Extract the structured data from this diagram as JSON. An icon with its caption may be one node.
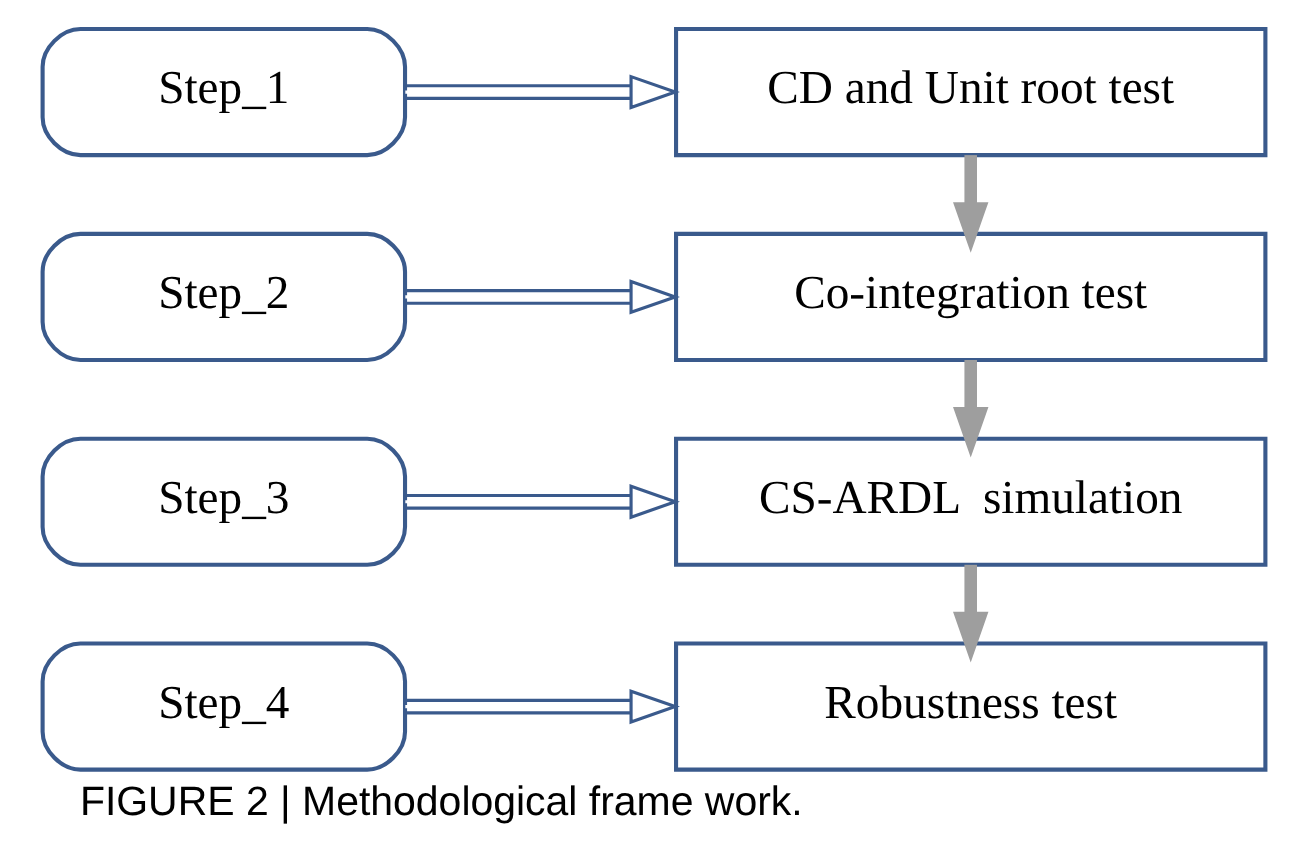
{
  "diagram": {
    "caption": "FIGURE 2 | Methodological frame work.",
    "nodes": [
      {
        "text": [
          "Step_1"
        ]
      },
      {
        "text": [
          "CD and Unit root test"
        ]
      },
      {
        "text": [
          "Step_2"
        ]
      },
      {
        "text": [
          "Co-integration test"
        ]
      },
      {
        "text": [
          "Step_3"
        ]
      },
      {
        "text": [
          "CS-ARDL  simulation"
        ]
      },
      {
        "text": [
          "Step_4"
        ]
      },
      {
        "text": [
          "Robustness test"
        ]
      }
    ],
    "edges": [
      {
        "from": 0,
        "to": 1,
        "arrow": "to"
      },
      {
        "from": 1,
        "to": 3,
        "arrow": "to",
        "style": "thick",
        "color": "#9e9e9e"
      },
      {
        "from": 2,
        "to": 3,
        "arrow": "to"
      },
      {
        "from": 3,
        "to": 5,
        "arrow": "to",
        "style": "thick",
        "color": "#9e9e9e"
      },
      {
        "from": 4,
        "to": 5,
        "arrow": "to"
      },
      {
        "from": 5,
        "to": 7,
        "arrow": "to",
        "style": "thick",
        "color": "#9e9e9e"
      },
      {
        "from": 6,
        "to": 7,
        "arrow": "to"
      }
    ]
  }
}
